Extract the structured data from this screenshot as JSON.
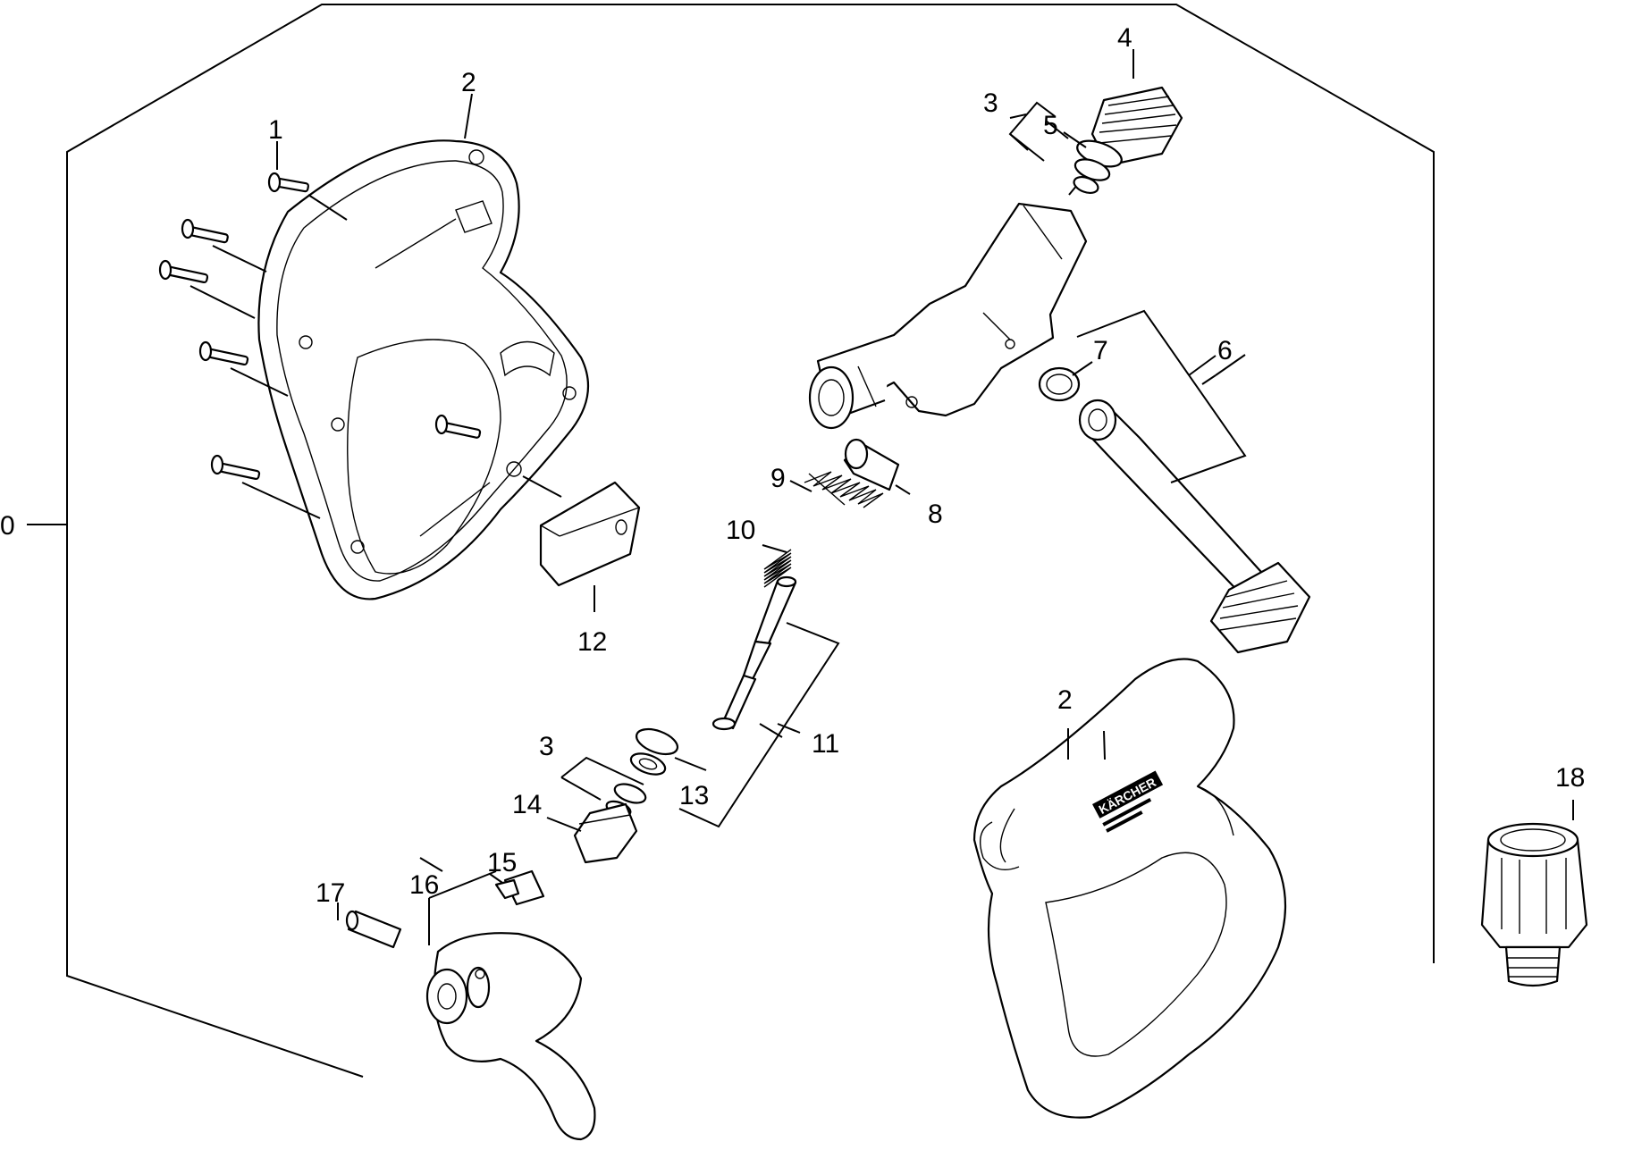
{
  "callouts": {
    "c0": "0",
    "c1": "1",
    "c2a": "2",
    "c2b": "2",
    "c3a": "3",
    "c3b": "3",
    "c4": "4",
    "c5": "5",
    "c6": "6",
    "c7": "7",
    "c8": "8",
    "c9": "9",
    "c10": "10",
    "c11": "11",
    "c12": "12",
    "c13": "13",
    "c14": "14",
    "c15": "15",
    "c16": "16",
    "c17": "17",
    "c18": "18"
  },
  "handle_logo": "KÄRCHER"
}
